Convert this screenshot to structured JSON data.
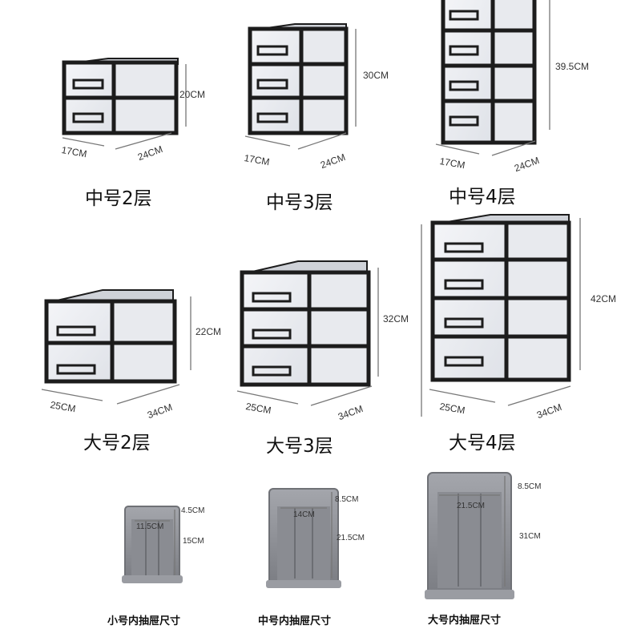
{
  "products": [
    {
      "id": "m2",
      "caption": "中号2层",
      "width": "17CM",
      "depth": "24CM",
      "height": "20CM"
    },
    {
      "id": "m3",
      "caption": "中号3层",
      "width": "17CM",
      "depth": "24CM",
      "height": "30CM"
    },
    {
      "id": "m4",
      "caption": "中号4层",
      "width": "17CM",
      "depth": "24CM",
      "height": "39.5CM"
    },
    {
      "id": "l2",
      "caption": "大号2层",
      "width": "25CM",
      "depth": "34CM",
      "height": "22CM"
    },
    {
      "id": "l3",
      "caption": "大号3层",
      "width": "25CM",
      "depth": "34CM",
      "height": "32CM"
    },
    {
      "id": "l4",
      "caption": "大号4层",
      "width": "25CM",
      "depth": "34CM",
      "height": "42CM"
    }
  ],
  "inner_drawers": [
    {
      "id": "small",
      "caption": "小号内抽屉尺寸",
      "width": "11.5CM",
      "top": "4.5CM",
      "height": "15CM"
    },
    {
      "id": "medium",
      "caption": "中号内抽屉尺寸",
      "width": "14CM",
      "top": "8.5CM",
      "height": "21.5CM"
    },
    {
      "id": "large",
      "caption": "大号内抽屉尺寸",
      "width": "21.5CM",
      "top": "8.5CM",
      "height": "31CM"
    }
  ],
  "colors": {
    "frame": "#1c1c1c",
    "clear_panel": "#eef0f4",
    "tray": "#8e9096"
  }
}
